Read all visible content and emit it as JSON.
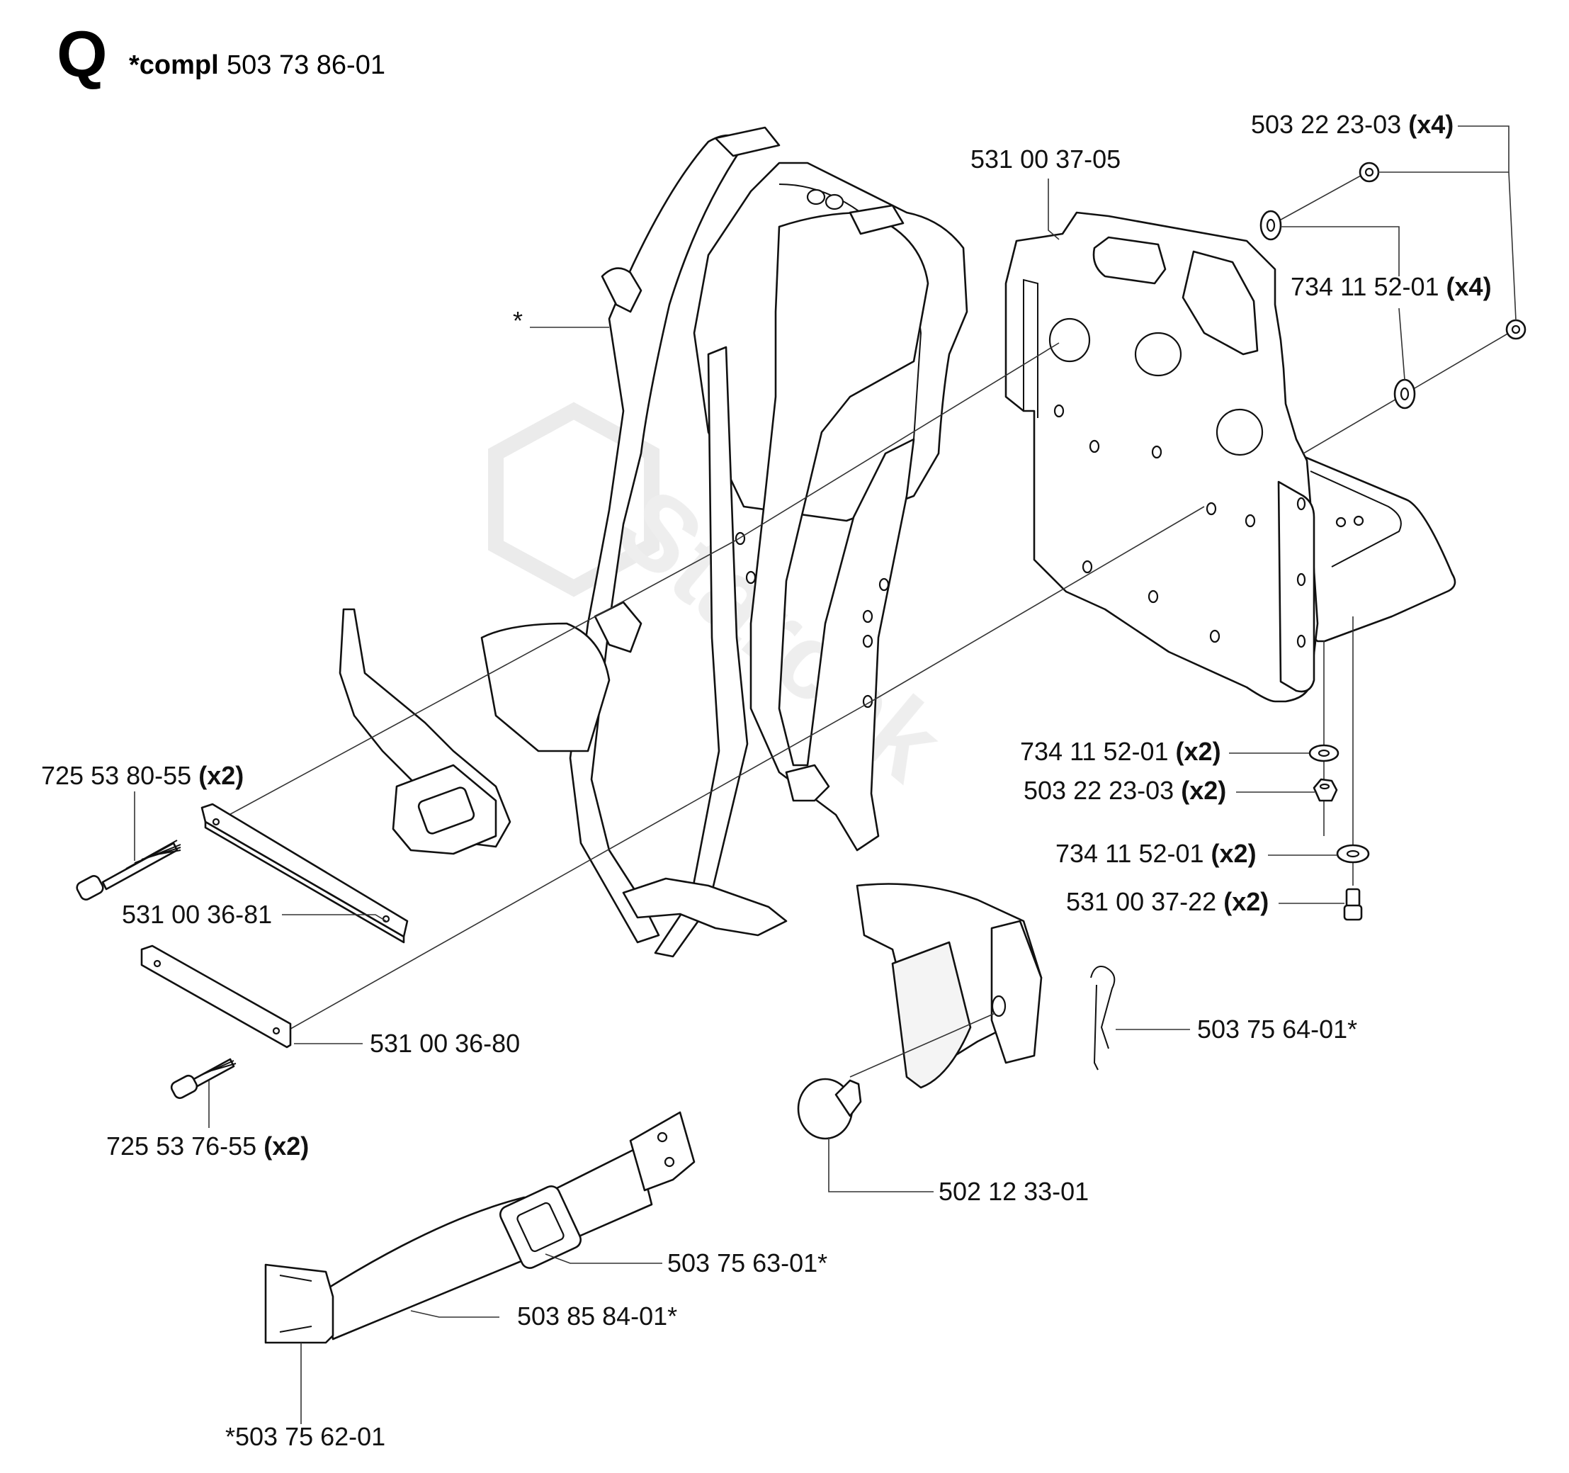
{
  "header": {
    "section_letter": "Q",
    "compl_label": "*compl",
    "compl_number": "503 73 86-01"
  },
  "watermark": {
    "text": "Starček"
  },
  "callouts": [
    {
      "id": "asterisk",
      "number": "*",
      "qty": ""
    },
    {
      "id": "plate",
      "number": "531 00 37-05",
      "qty": ""
    },
    {
      "id": "nut-top",
      "number": "503 22 23-03",
      "qty": "(x4)"
    },
    {
      "id": "washer-top",
      "number": "734 11 52-01",
      "qty": "(x4)"
    },
    {
      "id": "washer-mid",
      "number": "734 11 52-01",
      "qty": "(x2)"
    },
    {
      "id": "nut-mid",
      "number": "503 22 23-03",
      "qty": "(x2)"
    },
    {
      "id": "washer-low",
      "number": "734 11 52-01",
      "qty": "(x2)"
    },
    {
      "id": "screw-low",
      "number": "531 00 37-22",
      "qty": "(x2)"
    },
    {
      "id": "screw-long",
      "number": "725 53 80-55",
      "qty": "(x2)"
    },
    {
      "id": "bar-upper",
      "number": "531 00 36-81",
      "qty": ""
    },
    {
      "id": "bar-lower",
      "number": "531 00 36-80",
      "qty": ""
    },
    {
      "id": "screw-short",
      "number": "725 53 76-55",
      "qty": "(x2)"
    },
    {
      "id": "hairpin",
      "number": "503 75 64-01*",
      "qty": ""
    },
    {
      "id": "knob",
      "number": "502 12 33-01",
      "qty": ""
    },
    {
      "id": "buckle",
      "number": "503 75 63-01*",
      "qty": ""
    },
    {
      "id": "belt",
      "number": "503 85 84-01*",
      "qty": ""
    },
    {
      "id": "clip",
      "number": "*503 75 62-01",
      "qty": ""
    }
  ]
}
